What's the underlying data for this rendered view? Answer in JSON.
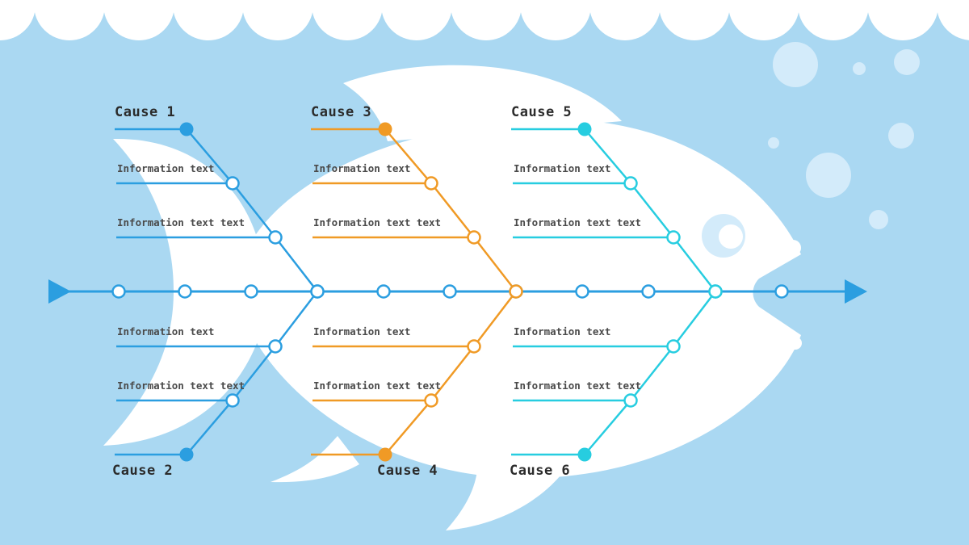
{
  "colors": {
    "background": "#aad8f2",
    "fish": "#ffffff",
    "spine": "#2b9ee0",
    "group1": "#2b9ee0",
    "group2": "#f09a25",
    "group3": "#27cde0",
    "bubble": "#d3ebfa"
  },
  "diagram": {
    "type": "fishbone",
    "groups": [
      {
        "color_key": "group1",
        "top": {
          "cause": "Cause 1",
          "items": [
            "Information text",
            "Information text text"
          ]
        },
        "bottom": {
          "cause": "Cause 2",
          "items": [
            "Information text text",
            "Information text"
          ]
        }
      },
      {
        "color_key": "group2",
        "top": {
          "cause": "Cause 3",
          "items": [
            "Information text",
            "Information text text"
          ]
        },
        "bottom": {
          "cause": "Cause 4",
          "items": [
            "Information text text",
            "Information text"
          ]
        }
      },
      {
        "color_key": "group3",
        "top": {
          "cause": "Cause 5",
          "items": [
            "Information text",
            "Information text text"
          ]
        },
        "bottom": {
          "cause": "Cause 6",
          "items": [
            "Information text text",
            "Information text"
          ]
        }
      }
    ]
  }
}
